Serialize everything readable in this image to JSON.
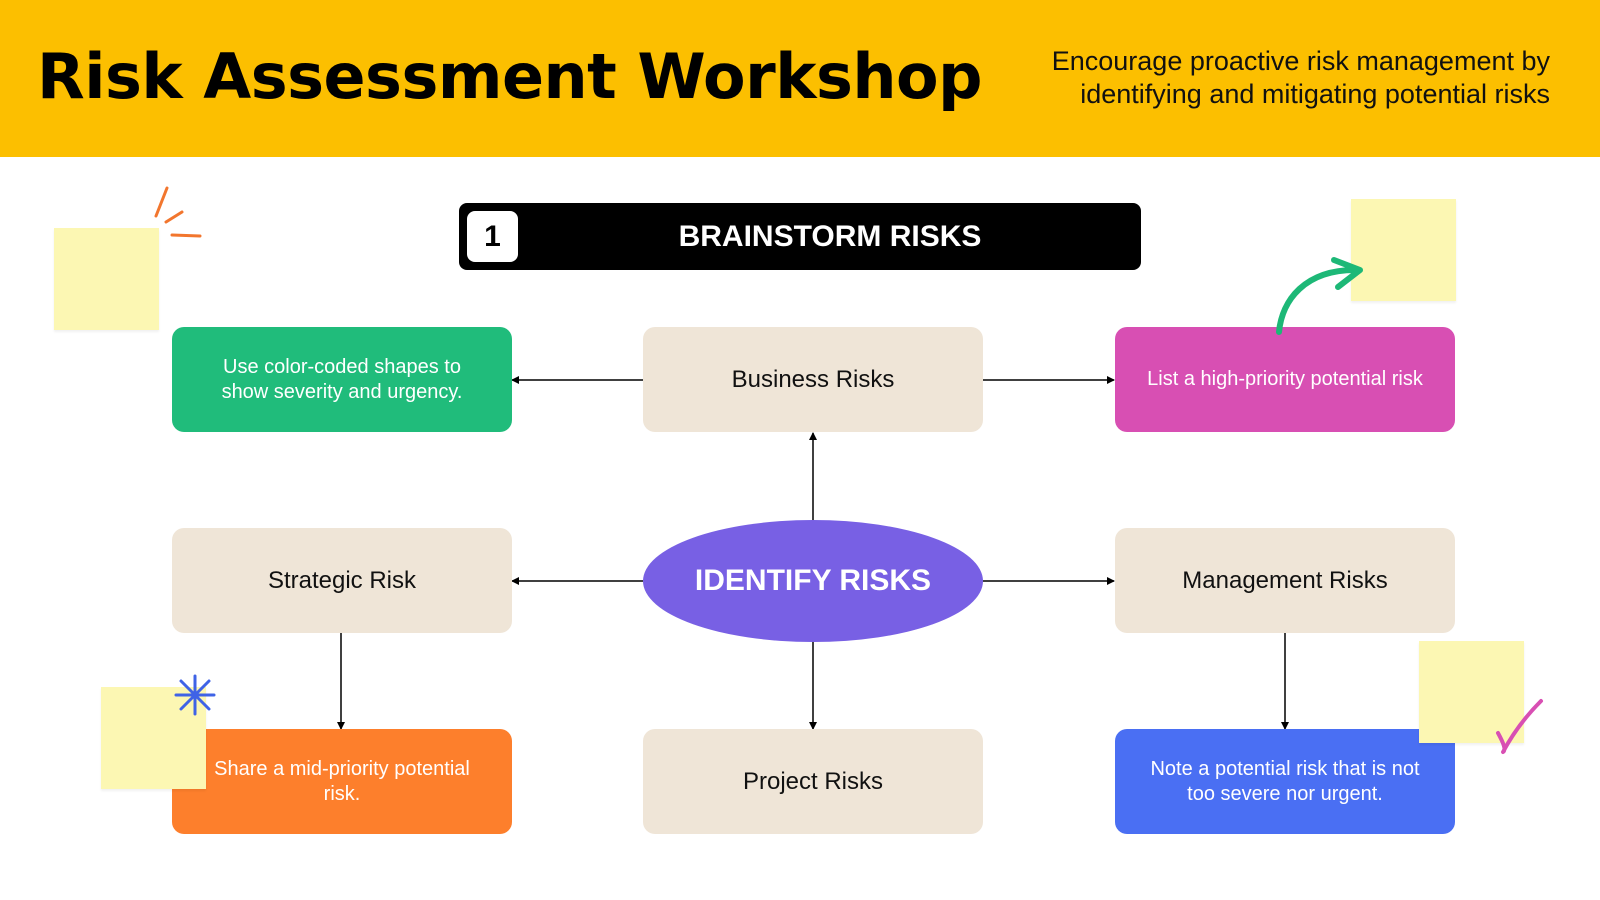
{
  "header": {
    "title": "Risk Assessment Workshop",
    "subtitle": "Encourage proactive risk management by identifying and mitigating potential risks",
    "background_color": "#FCBF00"
  },
  "step": {
    "number": "1",
    "label": "BRAINSTORM RISKS"
  },
  "diagram": {
    "center": {
      "label": "IDENTIFY RISKS",
      "color": "#7860E4"
    },
    "categories": {
      "business": "Business Risks",
      "strategic": "Strategic Risk",
      "management": "Management Risks",
      "project": "Project Risks"
    },
    "notes": {
      "green": {
        "text": "Use color-coded shapes to show severity and urgency.",
        "color": "#20BC7B"
      },
      "pink": {
        "text": "List a high-priority potential risk",
        "color": "#D84FB3"
      },
      "orange": {
        "text": "Share a mid-priority potential risk.",
        "color": "#FD7F2C"
      },
      "blue": {
        "text": "Note a potential risk that is not too severe nor urgent.",
        "color": "#4A6FF3"
      }
    }
  },
  "decorations": {
    "sticky_note_color": "#FCF7B3",
    "icons": [
      "burst-lines-icon",
      "curved-arrow-icon",
      "asterisk-icon",
      "checkmark-icon"
    ]
  }
}
